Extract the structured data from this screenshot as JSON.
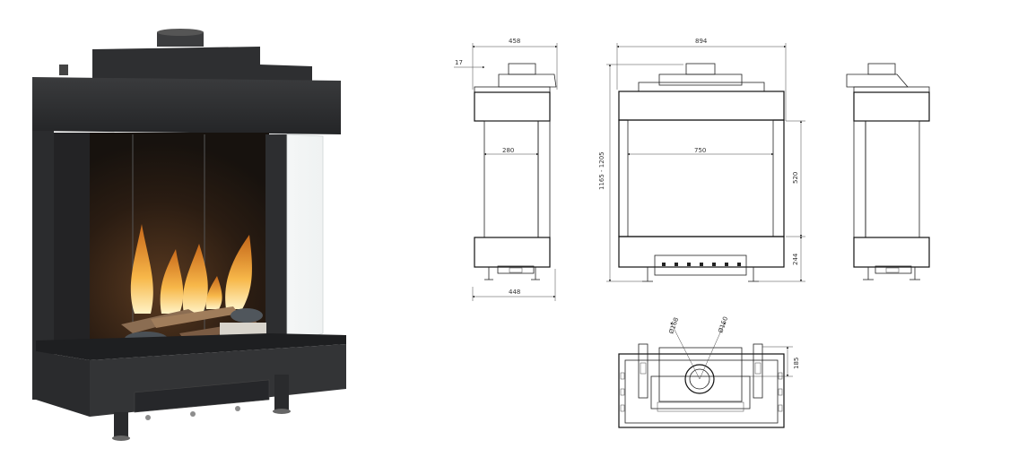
{
  "dimensions": {
    "side_left_top_width": "458",
    "side_left_offset": "17",
    "side_left_inner_width": "280",
    "side_left_bottom_width": "448",
    "front_total_width": "894",
    "front_inner_width": "750",
    "front_height": "1165 - 1205",
    "front_glass_height": "520",
    "front_base_height": "244",
    "top_flue_diameter_outer": "Ø168",
    "top_flue_diameter_inner": "Ø150",
    "top_depth": "185"
  },
  "colors": {
    "body": "#2b2c2e",
    "body_dark": "#1c1d1f",
    "flame": "#f2a23a",
    "line": "#222222"
  }
}
